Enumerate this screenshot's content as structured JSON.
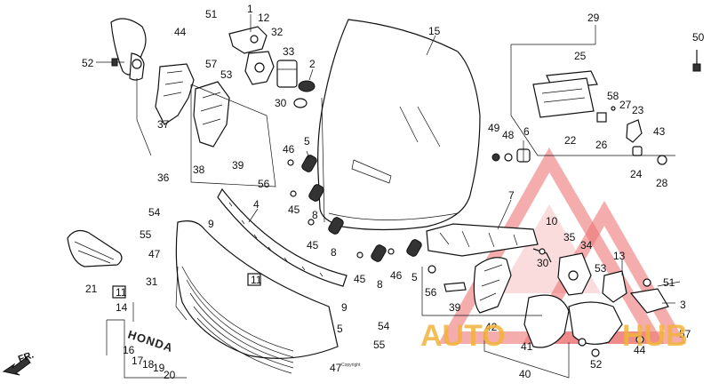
{
  "labels": {
    "l1": "1",
    "l2": "2",
    "l3": "3",
    "l4": "4",
    "l5a": "5",
    "l5b": "5",
    "l5c": "5",
    "l6": "6",
    "l7": "7",
    "l8a": "8",
    "l8b": "8",
    "l8c": "8",
    "l9a": "9",
    "l9b": "9",
    "l10": "10",
    "l11a": "11",
    "l11b": "11",
    "l12": "12",
    "l13": "13",
    "l14": "14",
    "l15": "15",
    "l16": "16",
    "l17": "17",
    "l18": "18",
    "l19": "19",
    "l20": "20",
    "l21": "21",
    "l22": "22",
    "l23": "23",
    "l24": "24",
    "l25": "25",
    "l26": "26",
    "l27": "27",
    "l28": "28",
    "l29": "29",
    "l30a": "30",
    "l30b": "30",
    "l31": "31",
    "l32": "32",
    "l33": "33",
    "l34": "34",
    "l35": "35",
    "l36": "36",
    "l37": "37",
    "l38": "38",
    "l39a": "39",
    "l39b": "39",
    "l40": "40",
    "l41": "41",
    "l42": "42",
    "l43": "43",
    "l44a": "44",
    "l44b": "44",
    "l45a": "45",
    "l45b": "45",
    "l45c": "45",
    "l46a": "46",
    "l46b": "46",
    "l47a": "47",
    "l47b": "47",
    "l48": "48",
    "l49": "49",
    "l50": "50",
    "l51a": "51",
    "l51b": "51",
    "l52a": "52",
    "l52b": "52",
    "l53a": "53",
    "l53b": "53",
    "l54a": "54",
    "l54b": "54",
    "l55a": "55",
    "l55b": "55",
    "l56a": "56",
    "l56b": "56",
    "l57a": "57",
    "l57b": "57",
    "l58": "58"
  },
  "direction_marker": "FR.",
  "emblem_text": "HONDA",
  "copyright": "Copyright",
  "watermark": {
    "part1": "AUTO",
    "part2": "HUB",
    "colors": {
      "triangle": "#e8474a",
      "text": "#f2b33a"
    }
  }
}
